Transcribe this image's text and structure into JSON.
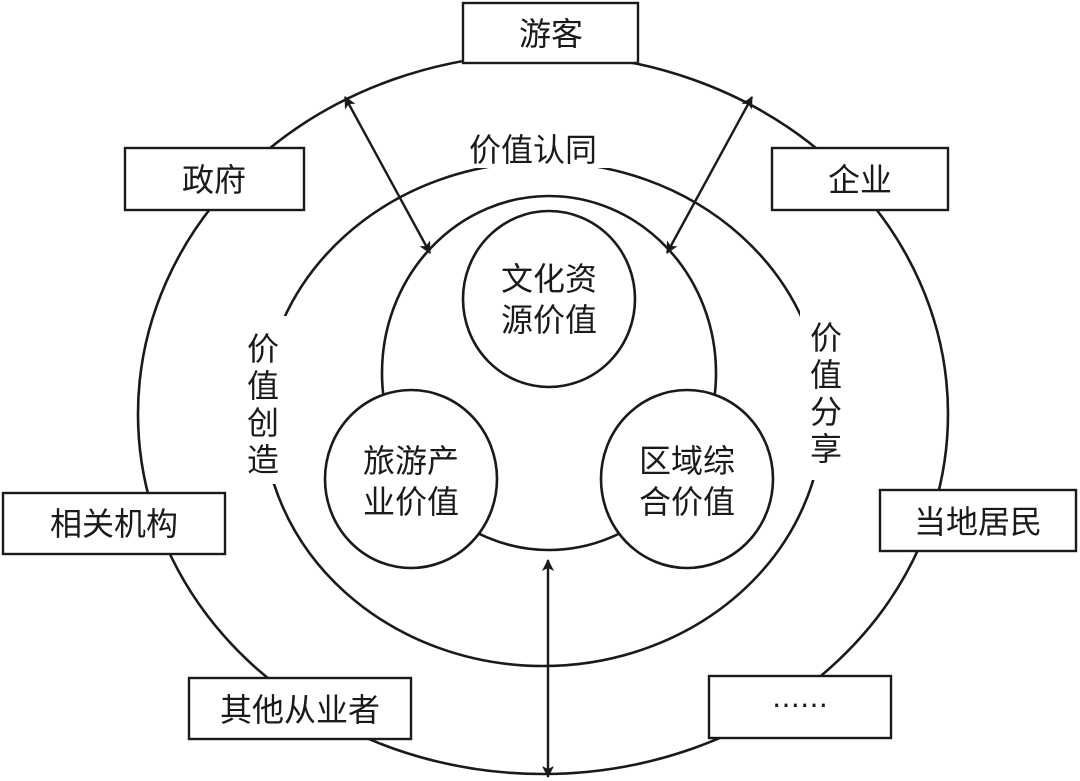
{
  "stakeholders": {
    "tourists": "游客",
    "government": "政府",
    "enterprises": "企业",
    "related_institutions": "相关机构",
    "local_residents": "当地居民",
    "other_practitioners": "其他从业者",
    "more": "……"
  },
  "ring_labels": {
    "value_recognition": "价值认同",
    "value_creation": [
      "价",
      "值",
      "创",
      "造"
    ],
    "value_sharing": [
      "价",
      "值",
      "分",
      "享"
    ]
  },
  "core_values": {
    "cultural_resource": [
      "文化资",
      "源价值"
    ],
    "tourism_industry": [
      "旅游产",
      "业价值"
    ],
    "regional_comprehensive": [
      "区域综",
      "合价值"
    ]
  }
}
